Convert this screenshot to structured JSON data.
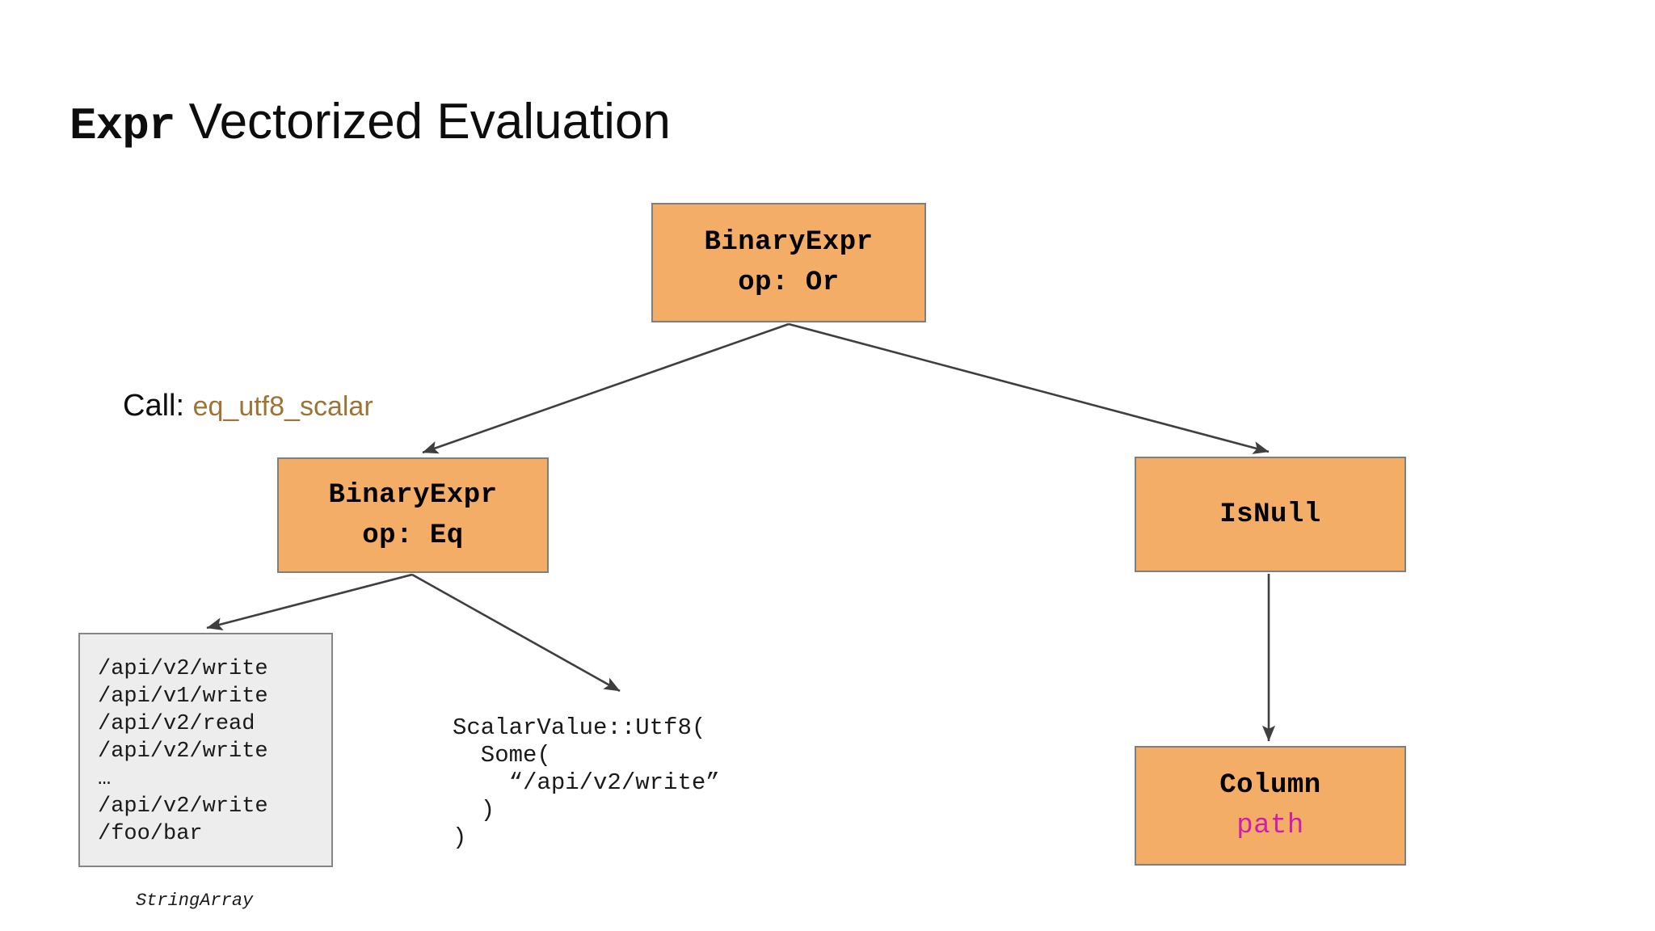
{
  "slide": {
    "title_mono": "Expr",
    "title_rest": " Vectorized Evaluation",
    "background": "#ffffff"
  },
  "colors": {
    "node_fill": "#f3ad67",
    "node_border": "#7f7f7f",
    "literal_fill": "#ededed",
    "literal_border": "#858585",
    "edge": "#3f3f3f",
    "call_fn_text": "#9b7436",
    "column_name_text": "#cc1fae",
    "text": "#000000"
  },
  "annotation": {
    "call_label": "Call:",
    "call_function": "eq_utf8_scalar"
  },
  "nodes": {
    "root": {
      "line1": "BinaryExpr",
      "line2": "op: Or"
    },
    "eq": {
      "line1": "BinaryExpr",
      "line2": "op: Eq"
    },
    "isnull": {
      "line1": "IsNull",
      "line2": ""
    },
    "column": {
      "line1": "Column",
      "line2": "path"
    }
  },
  "literals": {
    "string_array": {
      "caption": "StringArray",
      "values": [
        "/api/v2/write",
        "/api/v1/write",
        "/api/v2/read",
        "/api/v2/write",
        "…",
        "/api/v2/write",
        "/foo/bar"
      ],
      "text": "/api/v2/write\n/api/v1/write\n/api/v2/read\n/api/v2/write\n…\n/api/v2/write\n/foo/bar"
    },
    "scalar_value": {
      "lines": [
        "ScalarValue::Utf8(",
        "  Some(",
        "    “/api/v2/write”",
        "  )",
        ")"
      ],
      "text": "ScalarValue::Utf8(\n  Some(\n    “/api/v2/write”\n  )\n)"
    }
  },
  "edges": [
    {
      "from": "root",
      "to": "eq"
    },
    {
      "from": "root",
      "to": "isnull"
    },
    {
      "from": "eq",
      "to": "string_array"
    },
    {
      "from": "eq",
      "to": "scalar_value"
    },
    {
      "from": "isnull",
      "to": "column"
    }
  ]
}
